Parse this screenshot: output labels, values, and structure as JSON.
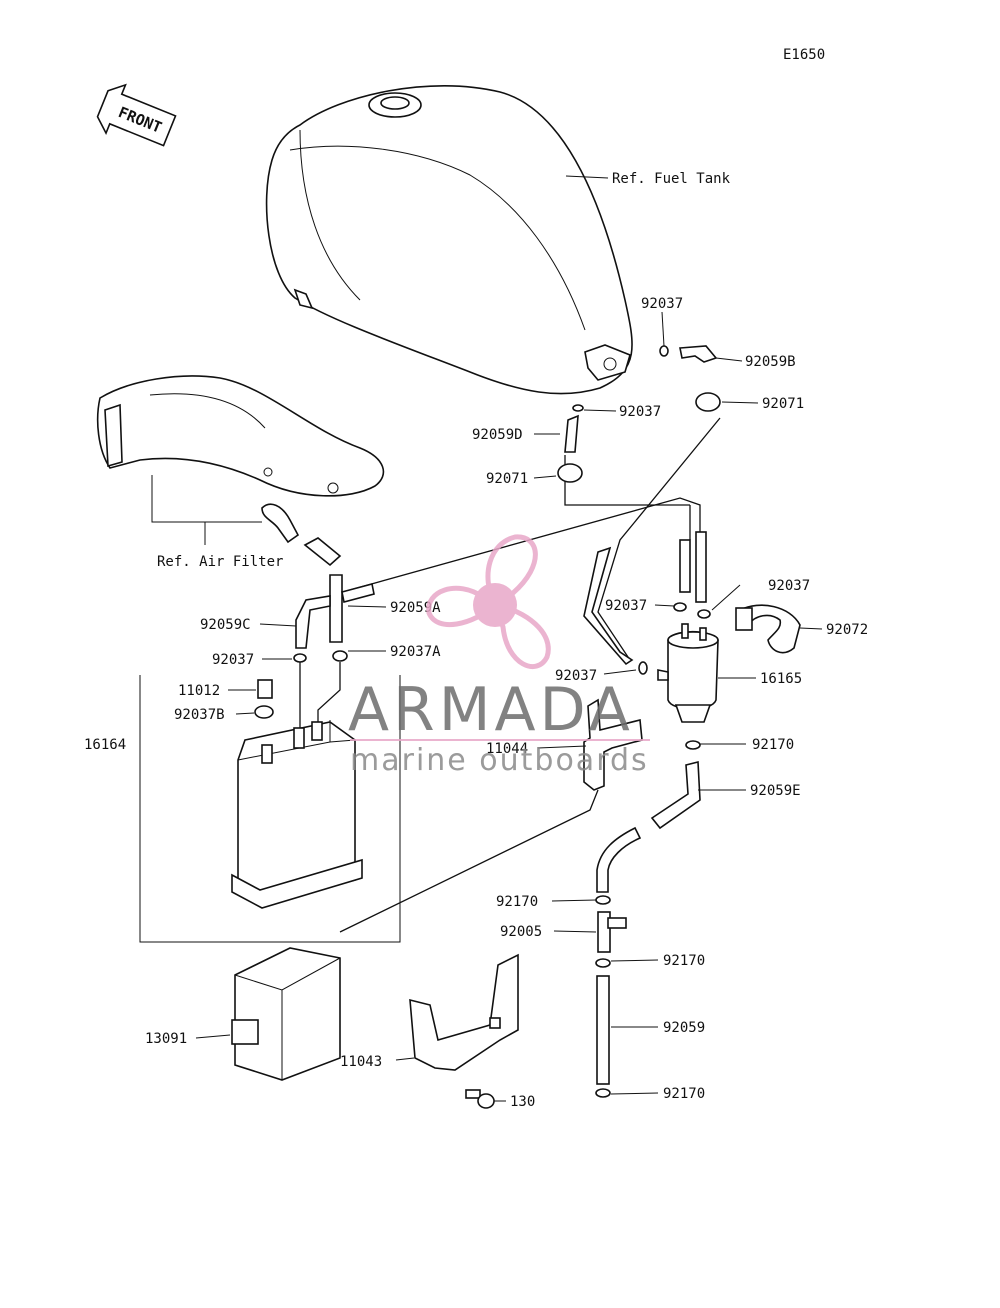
{
  "diagram_code": "E1650",
  "front_arrow": {
    "text": "FRONT"
  },
  "watermark": {
    "title": "ARMADA",
    "subtitle": "marine outboards",
    "title_color": "#6d6d6d",
    "subtitle_color": "#8a8a8a",
    "logo_color": "#e8a7c8",
    "logo_icon": "propeller-icon"
  },
  "labels": {
    "ref_fuel_tank": "Ref. Fuel Tank",
    "ref_air_filter": "Ref. Air Filter",
    "p92037_tank_top": "92037",
    "p92059B": "92059B",
    "p92037_tank_bottom": "92037",
    "p92071_right": "92071",
    "p92059D": "92059D",
    "p92071_left": "92071",
    "p92037_right": "92037",
    "p92037_mid": "92037",
    "p92072": "92072",
    "p92059C": "92059C",
    "p92059A": "92059A",
    "p92037_left": "92037",
    "p92037A": "92037A",
    "p92037_pump": "92037",
    "p16165": "16165",
    "p11012": "11012",
    "p92037B": "92037B",
    "p16164": "16164",
    "p11044": "11044",
    "p92170_top": "92170",
    "p92059E": "92059E",
    "p92170_a": "92170",
    "p92005": "92005",
    "p92170_b": "92170",
    "p13091": "13091",
    "p92059": "92059",
    "p11043": "11043",
    "p130": "130",
    "p92170_bottom": "92170"
  }
}
